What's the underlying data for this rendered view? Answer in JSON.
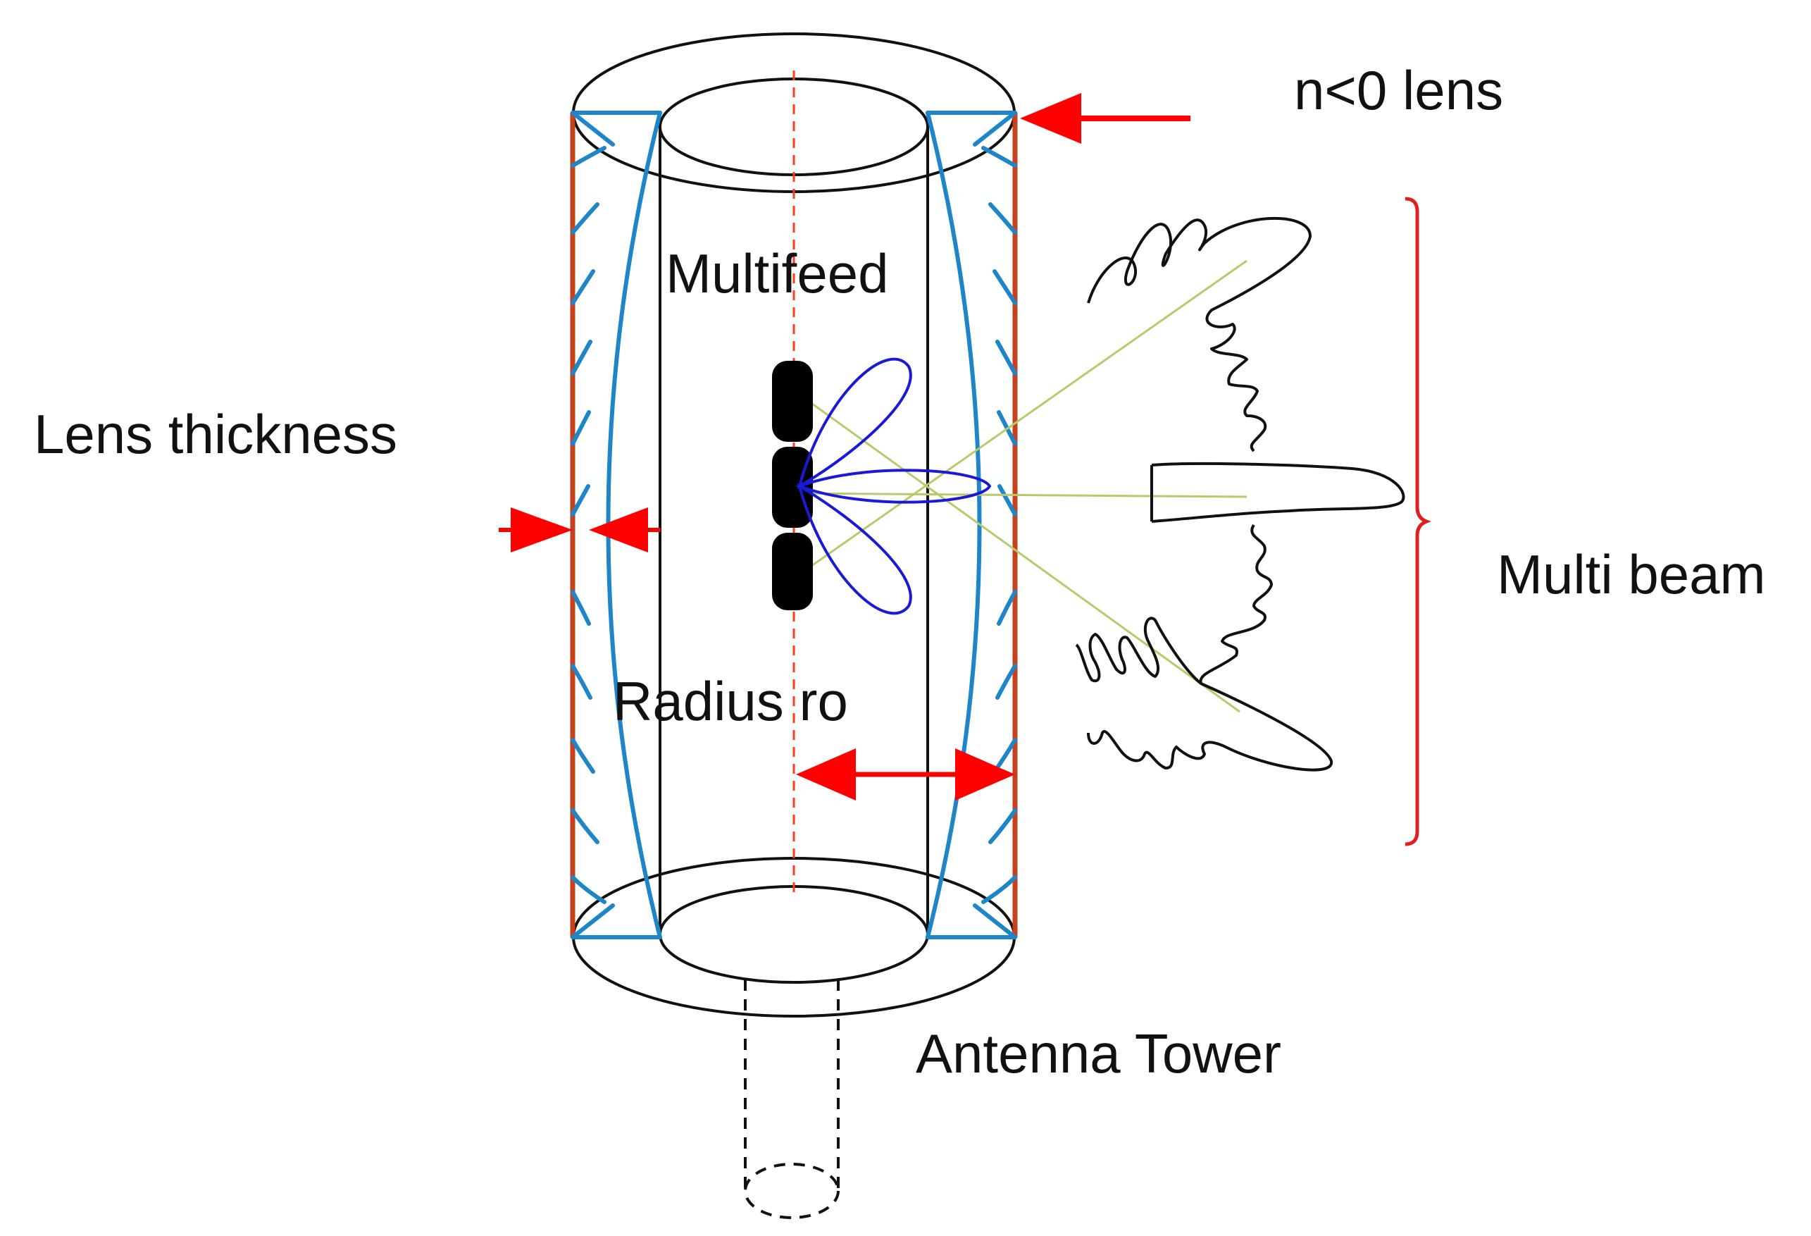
{
  "labels": {
    "lens_type": "n<0 lens",
    "multifeed": "Multifeed",
    "lens_thickness": "Lens thickness",
    "multi_beam": "Multi beam",
    "radius": "Radius ro",
    "antenna_tower": "Antenna Tower"
  },
  "colors": {
    "outline": "#111111",
    "lens_edge": "#c8401c",
    "lens_profile": "#1e86c8",
    "feed_beams": "#1a1ad6",
    "beam_axes": "#b6cc6a",
    "arrows": "#ff0000",
    "bracket": "#e0201e"
  }
}
